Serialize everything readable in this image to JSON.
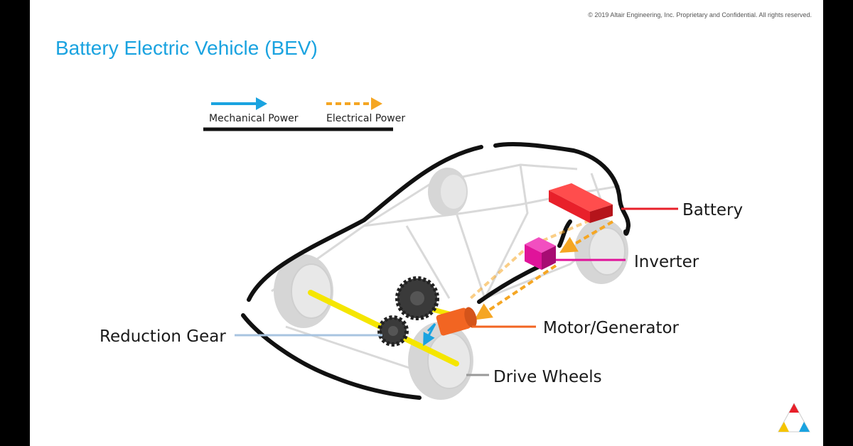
{
  "copyright": "© 2019 Altair Engineering, Inc. Proprietary and Confidential. All rights reserved.",
  "title": "Battery Electric Vehicle (BEV)",
  "legend": {
    "mechanical": "Mechanical Power",
    "electrical": "Electrical Power"
  },
  "labels": {
    "battery": "Battery",
    "inverter": "Inverter",
    "motor": "Motor/Generator",
    "reduction_gear": "Reduction Gear",
    "drive_wheels": "Drive Wheels"
  },
  "colors": {
    "title": "#1aa3e0",
    "mechanical": "#1aa3e0",
    "electrical": "#f5a623",
    "battery": "#e8202a",
    "inverter": "#e0139a",
    "motor": "#f26522",
    "axle": "#f5e600",
    "gear": "#3a3a3a",
    "reduction_leader": "#a8c4e0",
    "wheel_leader": "#999999"
  },
  "logo": {
    "icon": "altair-triangle-logo"
  }
}
